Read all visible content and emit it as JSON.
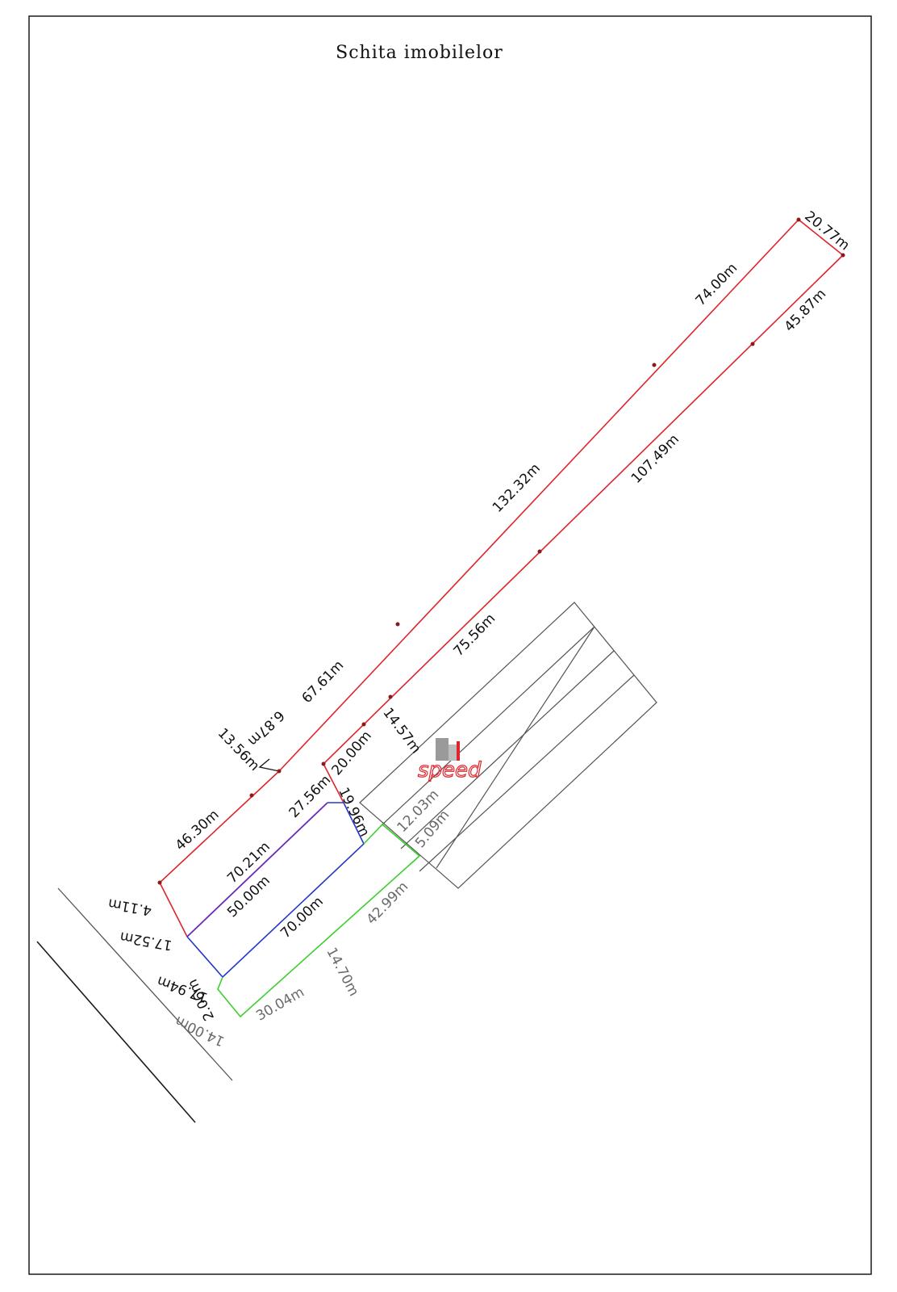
{
  "title": "Schita imobilelor",
  "colors": {
    "red": "#e0242b",
    "blue": "#2438c8",
    "green": "#3ccf2e",
    "purple": "#6a2ab8",
    "gray": "#555555",
    "black": "#1a1a1a"
  },
  "dimensions": {
    "d_20_77": "20.77m",
    "d_74_00": "74.00m",
    "d_45_87": "45.87m",
    "d_132_32": "132.32m",
    "d_107_49": "107.49m",
    "d_75_56": "75.56m",
    "d_67_61": "67.61m",
    "d_6_87": "6.87m",
    "d_13_56": "13.56m",
    "d_14_57": "14.57m",
    "d_20_00": "20.00m",
    "d_27_56": "27.56m",
    "d_19_96": "19.96m",
    "d_46_30": "46.30m",
    "d_70_21": "70.21m",
    "d_50_00": "50.00m",
    "d_70_00": "70.00m",
    "d_4_11": "4.11m",
    "d_17_52": "17.52m",
    "d_17_94": "17.94m",
    "d_2_06": "2.06m",
    "d_14_00": "14.00m",
    "d_30_04": "30.04m",
    "d_14_70": "14.70m",
    "d_42_99": "42.99m",
    "d_12_03": "12.03m",
    "d_5_09": "5.09m"
  },
  "logo": {
    "text": "speed"
  }
}
